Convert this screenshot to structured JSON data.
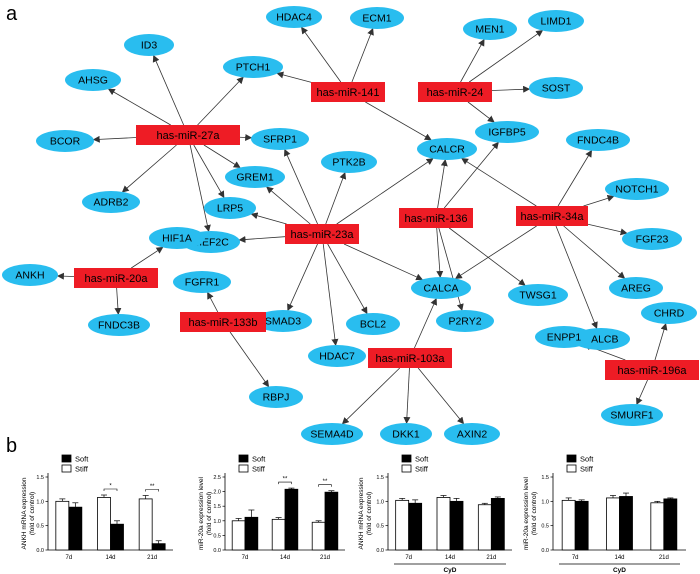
{
  "panels": {
    "a": "a",
    "b": "b"
  },
  "network": {
    "colors": {
      "mirna": "#ee1c25",
      "gene": "#29bdef",
      "edge": "#333333"
    },
    "mirnas": [
      "has-miR-27a",
      "has-miR-141",
      "has-miR-24",
      "has-miR-23a",
      "has-miR-136",
      "has-miR-34a",
      "has-miR-20a",
      "has-miR-133b",
      "has-miR-103a",
      "has-miR-196a"
    ],
    "genes": [
      "HDAC4",
      "ECM1",
      "MEN1",
      "LIMD1",
      "ID3",
      "PTCH1",
      "AHSG",
      "SOST",
      "IGFBP5",
      "BCOR",
      "SFRP1",
      "CALCR",
      "FNDC4B",
      "PTK2B",
      "GREM1",
      "NOTCH1",
      "ADRB2",
      "LRP5",
      "FGF23",
      "MEF2C",
      "HIF1A",
      "ANKH",
      "CALCA",
      "AREG",
      "FNDC3B",
      "SMAD3",
      "TWSG1",
      "FGFR1",
      "HDAC7",
      "BCL2",
      "P2RY2",
      "CALCB",
      "CHRD",
      "ENPP1",
      "RBPJ",
      "SMURF1",
      "SEMA4D",
      "DKK1",
      "AXIN2"
    ]
  },
  "bar_legend": {
    "soft": "Soft",
    "stiff": "Stiff"
  },
  "chart_data": [
    {
      "type": "bar",
      "categories": [
        "7d",
        "14d",
        "21d"
      ],
      "ylabel": "ANKH mRNA expression\n(fold of control)",
      "ylim": [
        0,
        1.5
      ],
      "yticks": [
        "0.0",
        "0.5",
        "1.0",
        "1.5"
      ],
      "series": [
        {
          "name": "Stiff",
          "values": [
            1.0,
            1.08,
            1.05
          ],
          "errors": [
            0.05,
            0.05,
            0.07
          ]
        },
        {
          "name": "Soft",
          "values": [
            0.88,
            0.53,
            0.13
          ],
          "errors": [
            0.09,
            0.07,
            0.06
          ]
        }
      ],
      "significance": [
        "",
        "*",
        "**"
      ],
      "group_label": ""
    },
    {
      "type": "bar",
      "categories": [
        "7d",
        "14d",
        "21d"
      ],
      "ylabel": "miR-20a expression level\n(fold of control)",
      "ylim": [
        0,
        2.5
      ],
      "yticks": [
        "0.0",
        "0.5",
        "1.0",
        "1.5",
        "2.0",
        "2.5"
      ],
      "series": [
        {
          "name": "Stiff",
          "values": [
            1.0,
            1.05,
            0.95
          ],
          "errors": [
            0.08,
            0.06,
            0.05
          ]
        },
        {
          "name": "Soft",
          "values": [
            1.12,
            2.08,
            1.98
          ],
          "errors": [
            0.25,
            0.04,
            0.05
          ]
        }
      ],
      "significance": [
        "",
        "**",
        "**"
      ],
      "group_label": ""
    },
    {
      "type": "bar",
      "categories": [
        "7d",
        "14d",
        "21d"
      ],
      "ylabel": "ANKH mRNA expression\n(fold of control)",
      "ylim": [
        0,
        1.5
      ],
      "yticks": [
        "0.0",
        "0.5",
        "1.0",
        "1.5"
      ],
      "series": [
        {
          "name": "Stiff",
          "values": [
            1.02,
            1.08,
            0.93
          ],
          "errors": [
            0.04,
            0.04,
            0.03
          ]
        },
        {
          "name": "Soft",
          "values": [
            0.96,
            1.0,
            1.06
          ],
          "errors": [
            0.07,
            0.06,
            0.03
          ]
        }
      ],
      "significance": [
        "",
        "",
        ""
      ],
      "group_label": "CyD"
    },
    {
      "type": "bar",
      "categories": [
        "7d",
        "14d",
        "21d"
      ],
      "ylabel": "miR-20a expression level\n(fold of control)",
      "ylim": [
        0,
        1.5
      ],
      "yticks": [
        "0.0",
        "0.5",
        "1.0",
        "1.5"
      ],
      "series": [
        {
          "name": "Stiff",
          "values": [
            1.02,
            1.07,
            0.97
          ],
          "errors": [
            0.05,
            0.05,
            0.03
          ]
        },
        {
          "name": "Soft",
          "values": [
            1.0,
            1.1,
            1.05
          ],
          "errors": [
            0.03,
            0.07,
            0.02
          ]
        }
      ],
      "significance": [
        "",
        "",
        ""
      ],
      "group_label": "CyD"
    }
  ]
}
